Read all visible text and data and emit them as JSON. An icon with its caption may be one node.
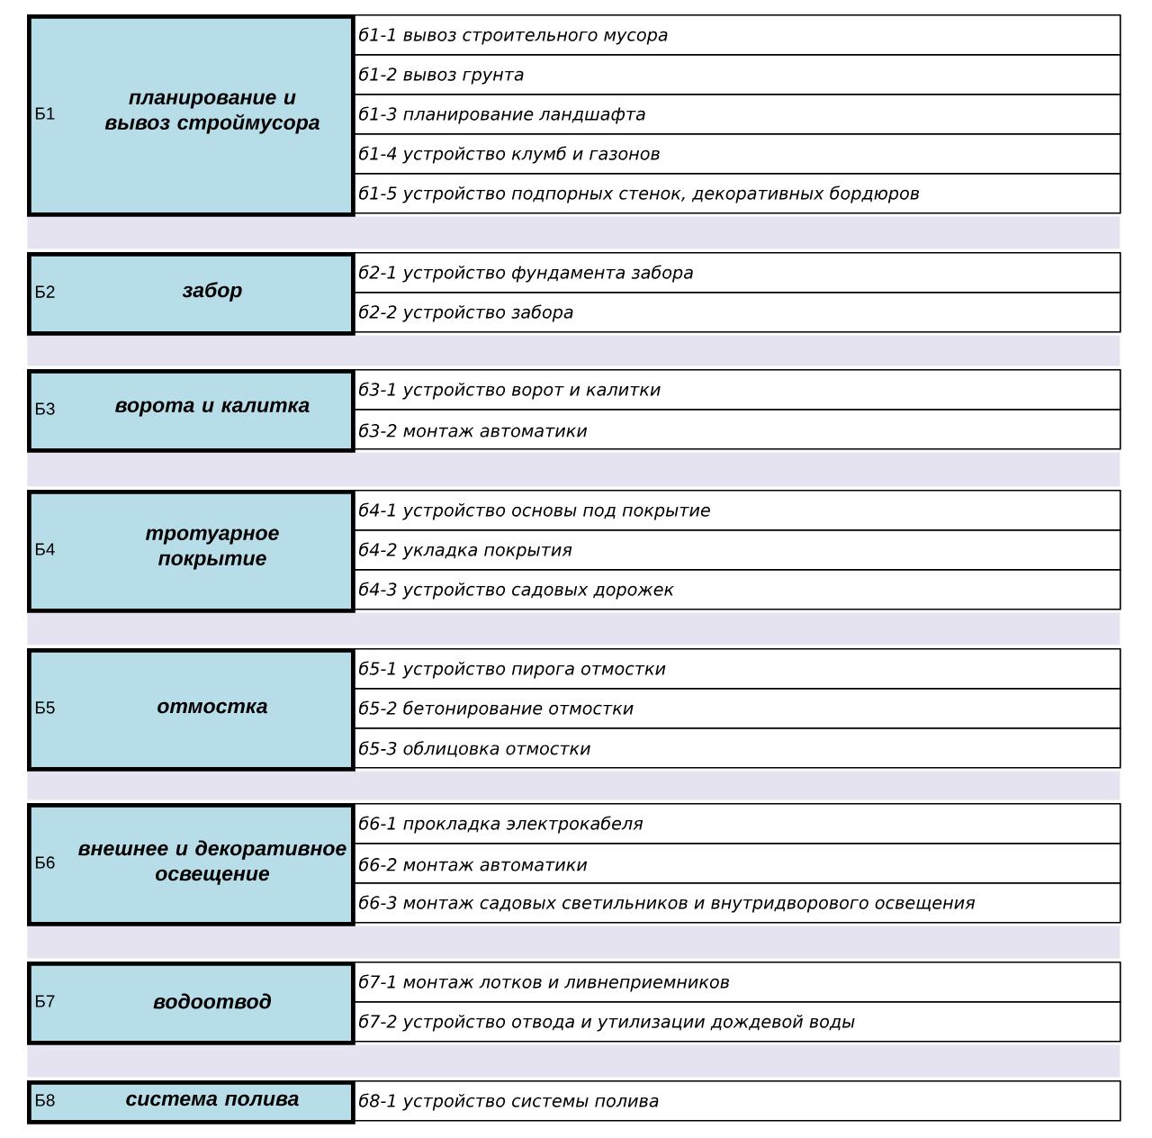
{
  "diagram": {
    "nodes": [
      {
        "text": [
          "Б1",
          "планирование и вывоз строймусора"
        ]
      },
      {
        "text": [
          "б1-1 вывоз строительного мусора"
        ]
      },
      {
        "text": [
          "б1-2 вывоз грунта"
        ]
      },
      {
        "text": [
          "б1-3 планирование ландшафта"
        ]
      },
      {
        "text": [
          "б1-4 устройство клумб и газонов"
        ]
      },
      {
        "text": [
          "б1-5 устройство подпорных стенок, декоративных бордюров"
        ]
      },
      {
        "text": [
          "Б2",
          "забор"
        ]
      },
      {
        "text": [
          "б2-1 устройство фундамента забора"
        ]
      },
      {
        "text": [
          "б2-2 устройство забора"
        ]
      },
      {
        "text": [
          "Б3",
          "ворота и калитка"
        ]
      },
      {
        "text": [
          "б3-1 устройство ворот и калитки"
        ]
      },
      {
        "text": [
          "б3-2 монтаж автоматики"
        ]
      },
      {
        "text": [
          "Б4",
          "тротуарное покрытие"
        ]
      },
      {
        "text": [
          "б4-1 устройство основы под покрытие"
        ]
      },
      {
        "text": [
          "б4-2 укладка покрытия"
        ]
      },
      {
        "text": [
          "б4-3 устройство садовых дорожек"
        ]
      },
      {
        "text": [
          "Б5",
          "отмостка"
        ]
      },
      {
        "text": [
          "б5-1 устройство пирога отмостки"
        ]
      },
      {
        "text": [
          "б5-2 бетонирование отмостки"
        ]
      },
      {
        "text": [
          "б5-3 облицовка отмостки"
        ]
      },
      {
        "text": [
          "Б6",
          "внешнее и декоративное освещение"
        ]
      },
      {
        "text": [
          "б6-1 прокладка электрокабеля"
        ]
      },
      {
        "text": [
          "б6-2 монтаж автоматики"
        ]
      },
      {
        "text": [
          "б6-3 монтаж садовых светильников и внутридворового освещения"
        ]
      },
      {
        "text": [
          "Б7",
          "водоотвод"
        ]
      },
      {
        "text": [
          "б7-1 монтаж лотков и ливнеприемников"
        ]
      },
      {
        "text": [
          "б7-2 устройство отвода и утилизации дождевой воды"
        ]
      },
      {
        "text": [
          "Б8",
          "система полива"
        ]
      },
      {
        "text": [
          "б8-1 устройство системы полива"
        ]
      },
      {
        "text": [],
        "shape": "bar"
      },
      {
        "text": [],
        "shape": "bar"
      },
      {
        "text": [],
        "shape": "bar"
      },
      {
        "text": [],
        "shape": "bar"
      },
      {
        "text": [],
        "shape": "bar"
      },
      {
        "text": [],
        "shape": "bar"
      },
      {
        "text": [],
        "shape": "bar"
      }
    ]
  }
}
